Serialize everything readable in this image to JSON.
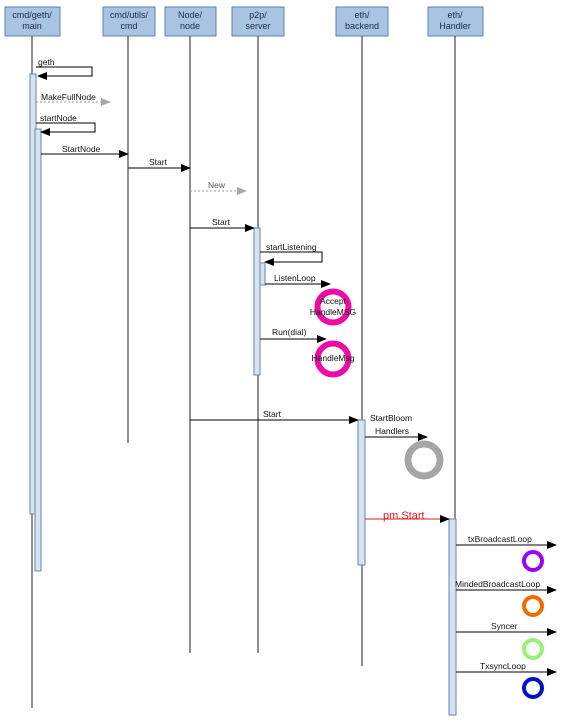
{
  "lifelines": [
    {
      "line1": "cmd/geth/",
      "line2": "main"
    },
    {
      "line1": "cmd/utils/",
      "line2": "cmd"
    },
    {
      "line1": "Node/",
      "line2": "node"
    },
    {
      "line1": "p2p/",
      "line2": "server"
    },
    {
      "line1": "eth/",
      "line2": "backend"
    },
    {
      "line1": "eth/",
      "line2": "Handler"
    }
  ],
  "messages": {
    "geth": "geth",
    "makeFullNode": "MakeFullNode",
    "startNode": "startNode",
    "startNodeCall": "StartNode",
    "start1": "Start",
    "new": "New",
    "start2": "Start",
    "startListening": "startListening",
    "listenLoop": "ListenLoop",
    "runDial": "Run(dial)",
    "start3": "Start",
    "startBloom1": "StartBloom",
    "startBloom2": "Handlers",
    "pmStart": "pm.Start",
    "txBroadcastLoop": "txBroadcastLoop",
    "mindedBroadcastLoop": "MindedBroadcastLoop",
    "syncer": "Syncer",
    "txsyncLoop": "TxsyncLoop"
  },
  "rings": {
    "accept1": "Accept",
    "accept2": "HandleMSG",
    "handleMsg": "HandleMsg"
  },
  "colors": {
    "magenta": "#ee0aa5",
    "gray": "#a6a6a6",
    "purple": "#9b00ff",
    "orange": "#f26a00",
    "green": "#9cf07a",
    "blue": "#0010cc",
    "pmStart": "#e31b1b"
  }
}
